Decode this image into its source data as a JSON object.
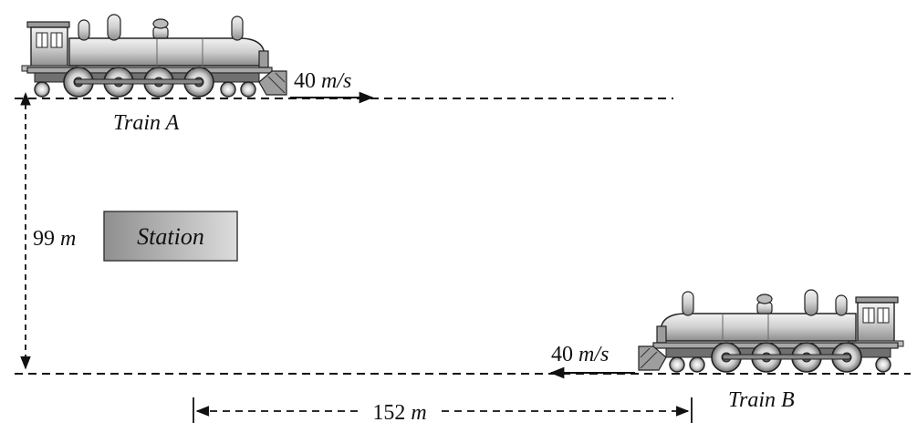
{
  "train_a": {
    "label": "Train A",
    "speed_value": "40",
    "speed_unit": "m/s",
    "direction": "right"
  },
  "train_b": {
    "label": "Train B",
    "speed_value": "40",
    "speed_unit": "m/s",
    "direction": "left"
  },
  "station": {
    "label": "Station"
  },
  "vertical_distance": {
    "value": "99",
    "unit": "m"
  },
  "horizontal_distance": {
    "value": "152",
    "unit": "m"
  }
}
